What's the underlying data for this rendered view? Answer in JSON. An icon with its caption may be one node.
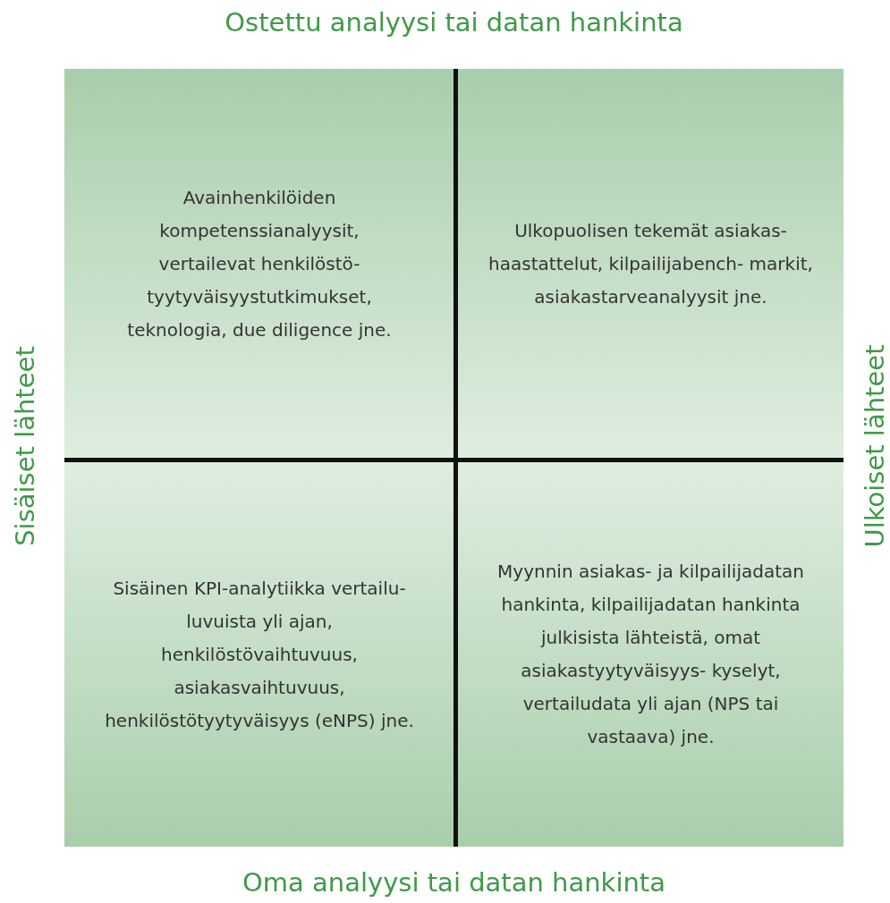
{
  "diagram": {
    "nodes": [
      {
        "text": [
          "Avainhenkilöiden kompetenssianalyysit, vertailevat henkilöstö- tyytyväisyystutkimukset, teknologia, due diligence jne."
        ]
      },
      {
        "text": [
          "Ulkopuolisen tekemät asiakas- haastattelut, kilpailijabench- markit, asiakastarveanalyysit jne."
        ]
      },
      {
        "text": [
          "Sisäinen KPI-analytiikka vertailu- luvuista yli ajan, henkilöstövaihtuvuus, asiakasvaihtuvuus, henkilöstötyytyväisyys (eNPS) jne."
        ]
      },
      {
        "text": [
          "Myynnin asiakas- ja kilpailijadatan hankinta, kilpailijadatan hankinta julkisista lähteistä, omat asiakastyytyväisyys- kyselyt, vertailudata yli ajan (NPS tai vastaava) jne."
        ]
      }
    ],
    "labels": [
      "Ostettu analyysi tai datan hankinta",
      "Sisäiset lähteet",
      "Ulkoiset lähteet",
      "Oma analyysi tai datan hankinta"
    ]
  }
}
